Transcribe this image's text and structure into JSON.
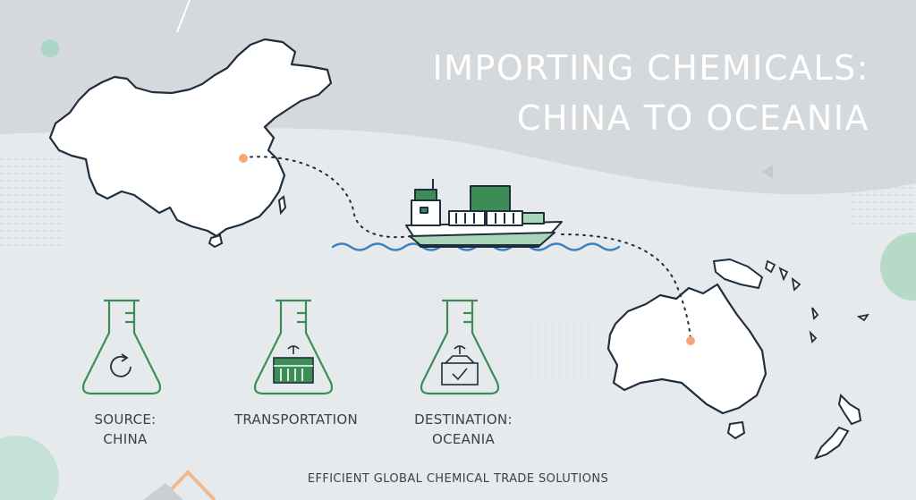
{
  "title": {
    "line1": "IMPORTING CHEMICALS:",
    "line2": "CHINA TO OCEANIA"
  },
  "stages": [
    {
      "label_line1": "SOURCE:",
      "label_line2": "CHINA",
      "icon": "recycle-arrow-icon"
    },
    {
      "label_line1": "TRANSPORTATION",
      "label_line2": "",
      "icon": "shipping-container-icon"
    },
    {
      "label_line1": "DESTINATION:",
      "label_line2": "OCEANIA",
      "icon": "checkmark-crate-icon"
    }
  ],
  "footer": "EFFICIENT GLOBAL CHEMICAL TRADE SOLUTIONS",
  "colors": {
    "background": "#e7eaec",
    "top_band": "#d4d8db",
    "accent_green": "#3d8c55",
    "light_green": "#a9d6b6",
    "outline_dark": "#1f2d3d",
    "water_blue": "#3b82c4",
    "marker_orange": "#f1a97a",
    "title_text": "#ffffff"
  }
}
